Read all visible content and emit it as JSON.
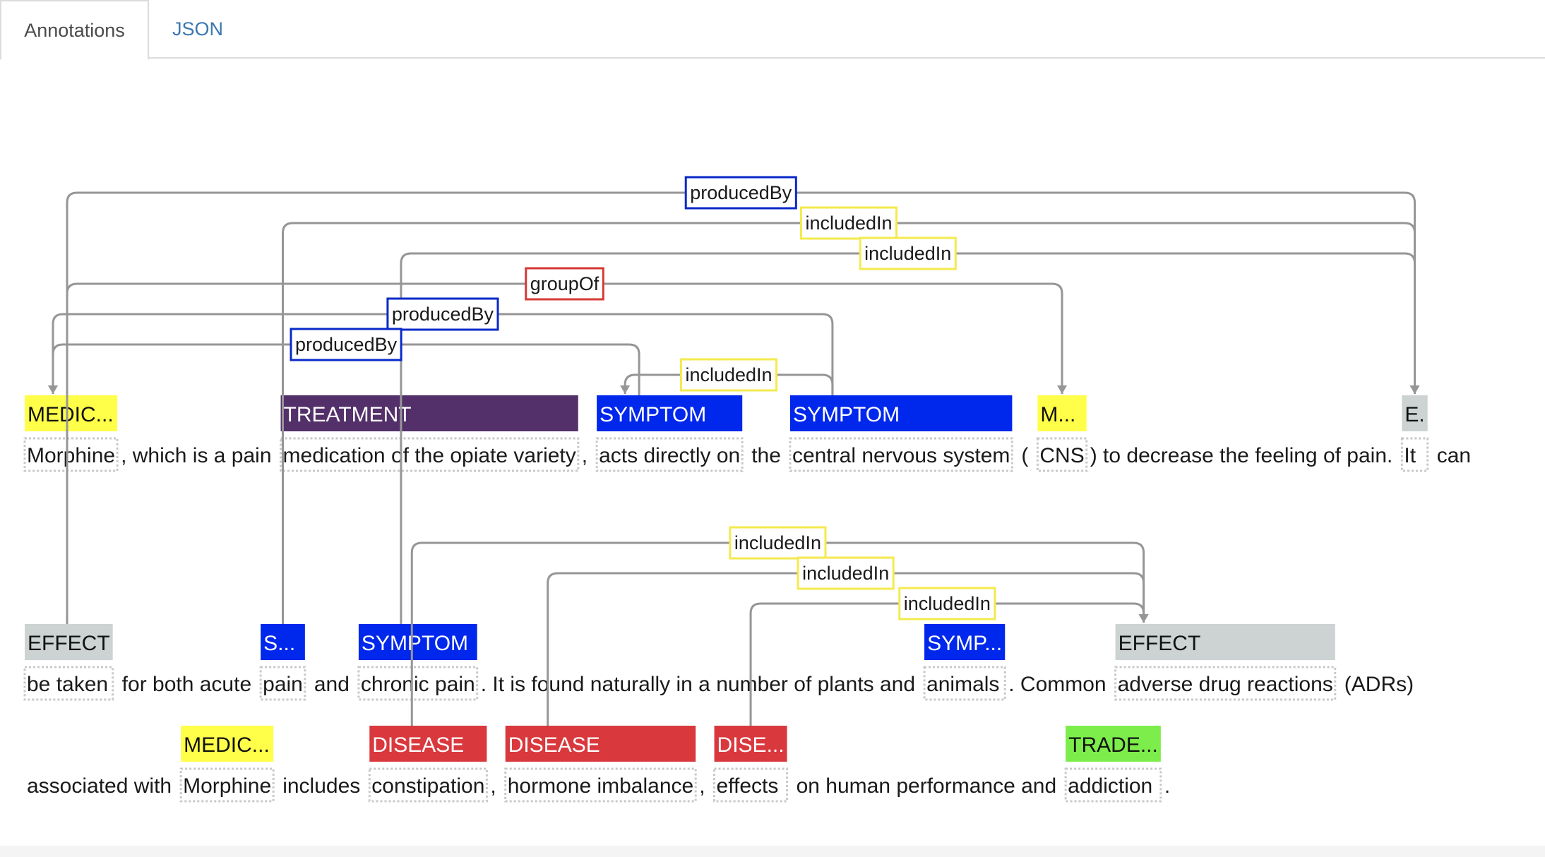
{
  "tabs": [
    {
      "label": "Annotations",
      "active": true
    },
    {
      "label": "JSON",
      "active": false
    }
  ],
  "colors": {
    "MEDICINE": "#ffff4a",
    "TREATMENT": "#53306a",
    "SYMPTOM": "#0027ec",
    "EFFECT": "#cdd2d2",
    "DISEASE": "#d9383d",
    "TRADEMARK": "#7ced4a",
    "arc": "#969696",
    "rel_producedBy": "#0a29c9",
    "rel_includedIn": "#f4ea4e",
    "rel_groupOf": "#d53a36"
  },
  "lines": [
    {
      "tokens": [
        {
          "id": "t0",
          "text": "Morphine",
          "label": "MEDIC...",
          "type": "MEDICINE"
        },
        {
          "id": "t1",
          "text": ", which is a pain"
        },
        {
          "id": "t2",
          "text": "medication of the opiate variety",
          "label": "TREATMENT",
          "type": "TREATMENT"
        },
        {
          "id": "t3",
          "text": ","
        },
        {
          "id": "t4",
          "text": "acts directly on",
          "label": "SYMPTOM",
          "type": "SYMPTOM"
        },
        {
          "id": "t5",
          "text": "the"
        },
        {
          "id": "t6",
          "text": "central nervous system",
          "label": "SYMPTOM",
          "type": "SYMPTOM"
        },
        {
          "id": "t7",
          "text": "("
        },
        {
          "id": "t8",
          "text": "CNS",
          "label": "M...",
          "type": "MEDICINE"
        },
        {
          "id": "t9",
          "text": ") to decrease the feeling of pain."
        },
        {
          "id": "t10",
          "text": "It",
          "label": "E.",
          "type": "EFFECT"
        },
        {
          "id": "t11",
          "text": "can"
        }
      ]
    },
    {
      "tokens": [
        {
          "id": "t12",
          "text": "be taken",
          "label": "EFFECT",
          "type": "EFFECT"
        },
        {
          "id": "t13",
          "text": "for both acute"
        },
        {
          "id": "t14",
          "text": "pain",
          "label": "S...",
          "type": "SYMPTOM"
        },
        {
          "id": "t15",
          "text": "and"
        },
        {
          "id": "t16",
          "text": "chronic pain",
          "label": "SYMPTOM",
          "type": "SYMPTOM"
        },
        {
          "id": "t17",
          "text": ". It is found naturally in a number of plants and"
        },
        {
          "id": "t18",
          "text": "animals",
          "label": "SYMP...",
          "type": "SYMPTOM"
        },
        {
          "id": "t19",
          "text": ". Common"
        },
        {
          "id": "t20",
          "text": "adverse drug reactions",
          "label": "EFFECT",
          "type": "EFFECT"
        },
        {
          "id": "t21",
          "text": "(ADRs)"
        }
      ]
    },
    {
      "tokens": [
        {
          "id": "t22",
          "text": "associated with"
        },
        {
          "id": "t23",
          "text": "Morphine",
          "label": "MEDIC...",
          "type": "MEDICINE"
        },
        {
          "id": "t24",
          "text": "includes"
        },
        {
          "id": "t25",
          "text": "constipation",
          "label": "DISEASE",
          "type": "DISEASE"
        },
        {
          "id": "t26",
          "text": ","
        },
        {
          "id": "t27",
          "text": "hormone imbalance",
          "label": "DISEASE",
          "type": "DISEASE"
        },
        {
          "id": "t28",
          "text": ","
        },
        {
          "id": "t29",
          "text": "effects",
          "label": "DISE...",
          "type": "DISEASE"
        },
        {
          "id": "t30",
          "text": "on human performance and"
        },
        {
          "id": "t31",
          "text": "addiction",
          "label": "TRADE...",
          "type": "TRADEMARK"
        },
        {
          "id": "t32",
          "text": "."
        }
      ]
    }
  ],
  "relations": [
    {
      "label": "producedBy",
      "type": "producedBy",
      "from": "t0",
      "to": "t10"
    },
    {
      "label": "includedIn",
      "type": "includedIn",
      "from": "t14",
      "to": "t10"
    },
    {
      "label": "includedIn",
      "type": "includedIn",
      "from": "t16",
      "to": "t10"
    },
    {
      "label": "groupOf",
      "type": "groupOf",
      "from": "t12",
      "to": "t8"
    },
    {
      "label": "producedBy",
      "type": "producedBy",
      "from": "t6",
      "to": "t0"
    },
    {
      "label": "producedBy",
      "type": "producedBy",
      "from": "t4",
      "to": "t0"
    },
    {
      "label": "includedIn",
      "type": "includedIn",
      "from": "t6",
      "to": "t4"
    },
    {
      "label": "includedIn",
      "type": "includedIn",
      "from": "t25",
      "to": "t20"
    },
    {
      "label": "includedIn",
      "type": "includedIn",
      "from": "t27",
      "to": "t20"
    },
    {
      "label": "includedIn",
      "type": "includedIn",
      "from": "t29",
      "to": "t20"
    }
  ]
}
